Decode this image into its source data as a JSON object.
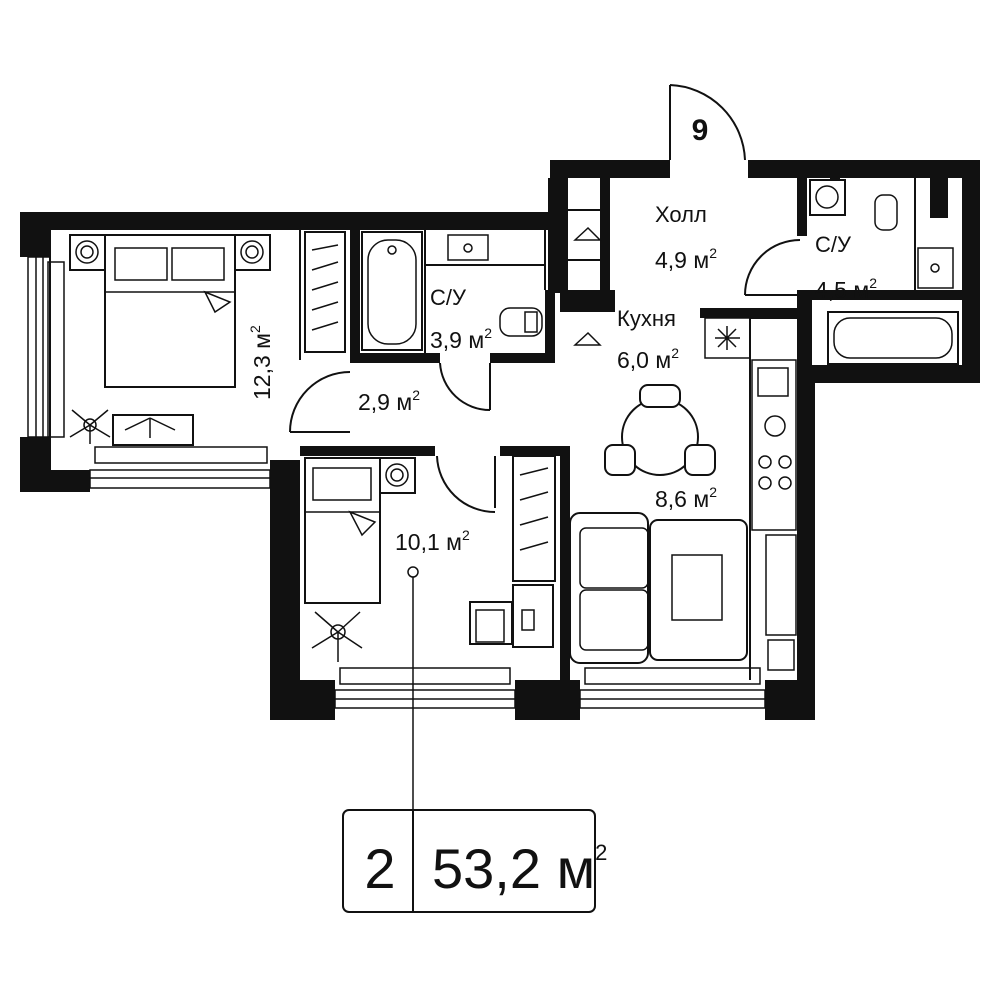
{
  "unit": "м",
  "unit_exponent": "2",
  "apartment_number": "9",
  "rooms": [
    {
      "id": "hall",
      "name": "Холл",
      "area": "4,9"
    },
    {
      "id": "bath2",
      "name": "С/У",
      "area": "4,5"
    },
    {
      "id": "bath1",
      "name": "С/У",
      "area": "3,9"
    },
    {
      "id": "kitchen",
      "name": "Кухня",
      "area": "6,0"
    },
    {
      "id": "bedroom",
      "name": "",
      "area": "12,3"
    },
    {
      "id": "corridor",
      "name": "",
      "area": "2,9"
    },
    {
      "id": "living",
      "name": "",
      "area": "8,6"
    },
    {
      "id": "bedroom2",
      "name": "",
      "area": "10,1"
    }
  ],
  "summary": {
    "room_count": "2",
    "total_area": "53,2"
  },
  "colors": {
    "walls": "#111111",
    "background": "#ffffff"
  }
}
